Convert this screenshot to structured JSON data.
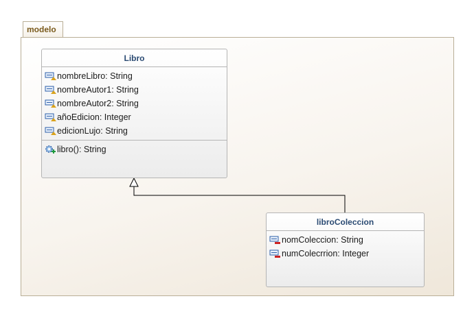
{
  "package": {
    "name": "modelo"
  },
  "classes": {
    "libro": {
      "name": "Libro",
      "attributes": [
        "nombreLibro: String",
        "nombreAutor1: String",
        "nombreAutor2: String",
        "añoEdicion: Integer",
        "edicionLujo: String"
      ],
      "operations": [
        "libro(): String"
      ]
    },
    "libroColeccion": {
      "name": "libroColeccion",
      "attributes": [
        "nomColeccion: String",
        "numColecrrion: Integer"
      ]
    }
  },
  "colors": {
    "class_title": "#2b4b73",
    "package_label": "#7a5a1c",
    "protected_marker": "#d9a21b",
    "private_marker": "#cc2222"
  },
  "icons": {
    "protected_attribute": "protected-field-icon",
    "private_attribute": "private-field-icon",
    "public_operation": "public-method-icon"
  }
}
